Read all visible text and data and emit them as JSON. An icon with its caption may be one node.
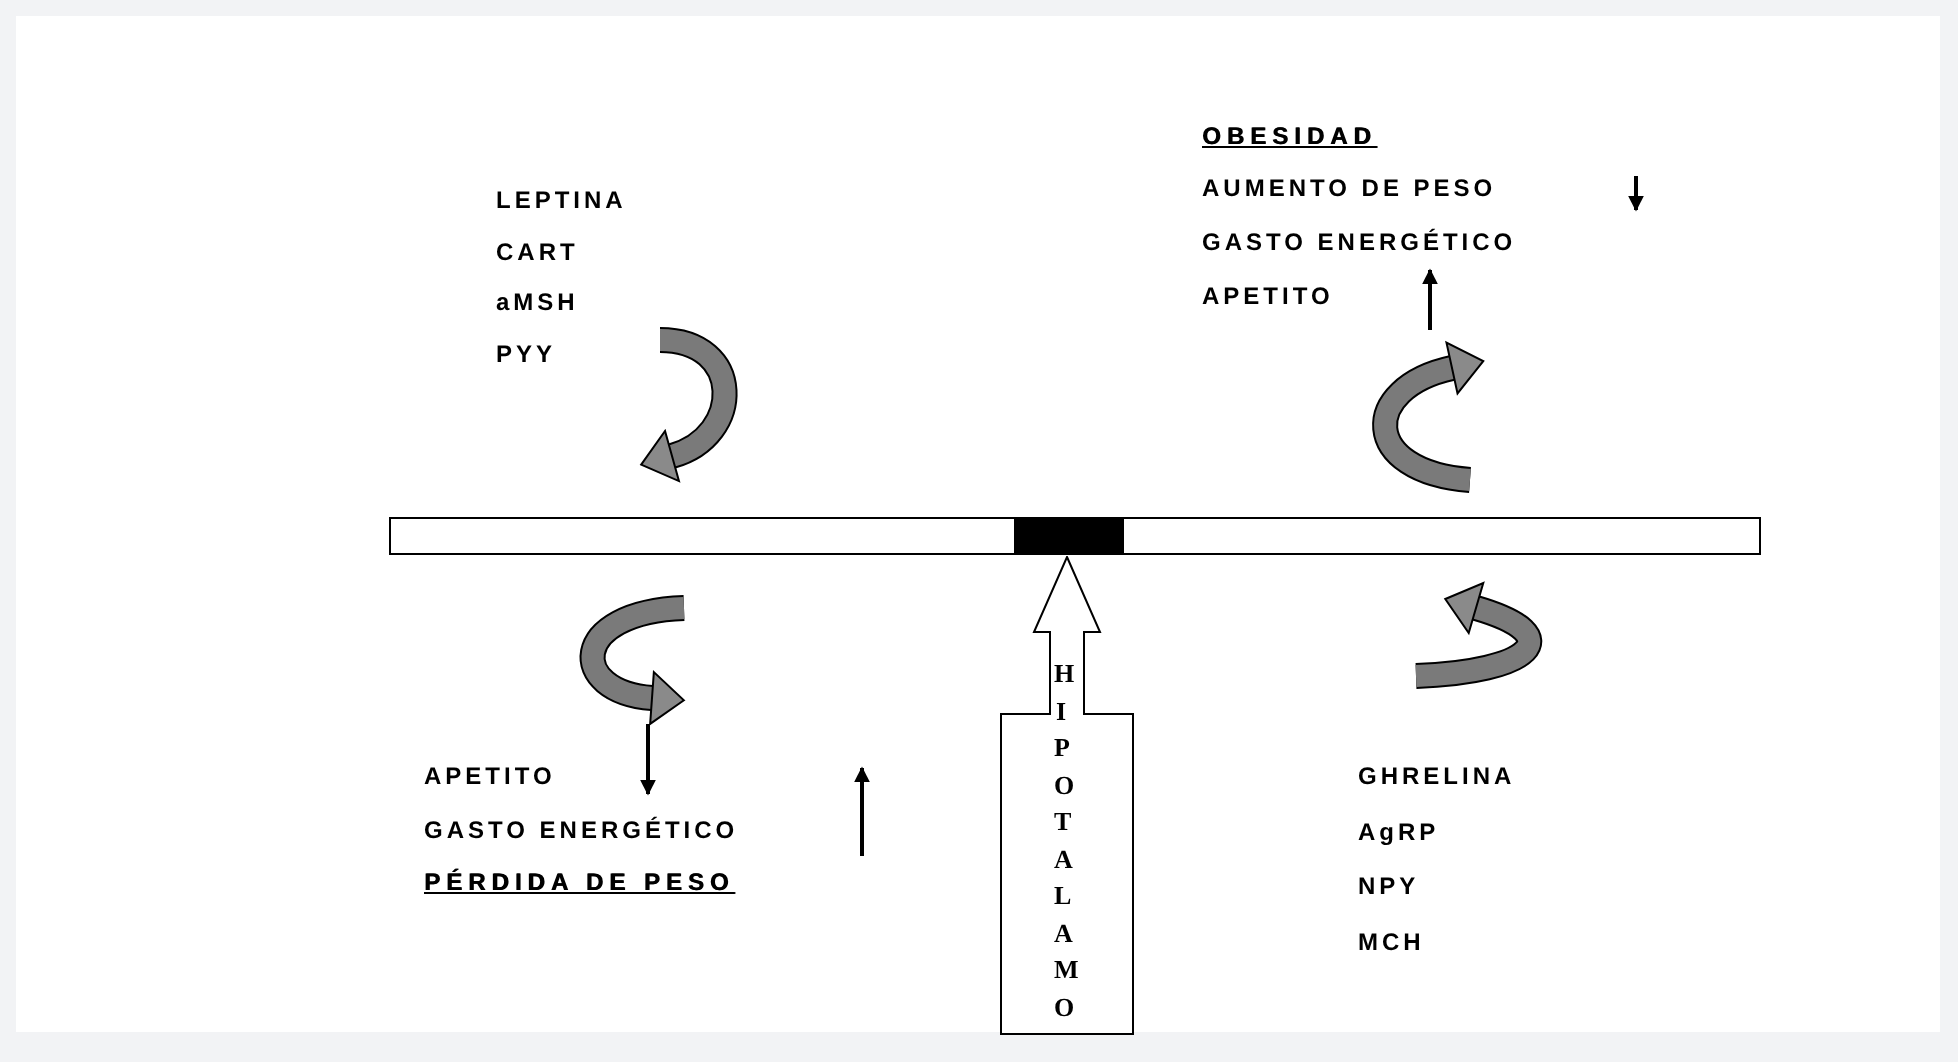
{
  "diagram": {
    "nodes": [
      {
        "text": [
          "HIPOTALAMO"
        ]
      }
    ],
    "labels": [
      "LEPTINA",
      "CART",
      "aMSH",
      "PYY",
      "OBESIDAD",
      "AUMENTO DE PESO",
      "GASTO ENERGÉTICO",
      "APETITO",
      "APETITO",
      "GASTO ENERGÉTICO",
      "PÉRDIDA DE PESO",
      "GHRELINA",
      "AgRP",
      "NPY",
      "MCH"
    ]
  }
}
